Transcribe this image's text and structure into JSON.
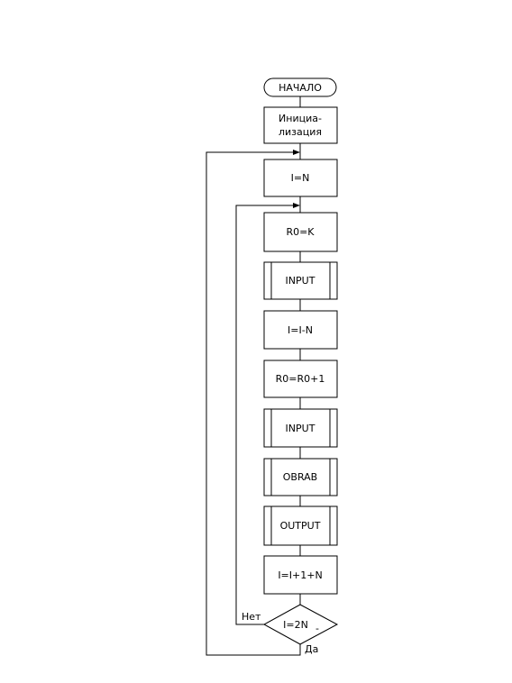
{
  "flowchart": {
    "start": {
      "label": "НАЧАЛО"
    },
    "init": {
      "line1": "Инициа-",
      "line2": "лизация"
    },
    "steps": [
      {
        "id": "i-eq-n",
        "type": "process",
        "label": "I=N"
      },
      {
        "id": "r0-eq-k",
        "type": "process",
        "label": "R0=K"
      },
      {
        "id": "input-1",
        "type": "subroutine",
        "label": "INPUT"
      },
      {
        "id": "i-eq-i-minus-n",
        "type": "process",
        "label": "I=I-N"
      },
      {
        "id": "r0-eq-r0-plus-1",
        "type": "process",
        "label": "R0=R0+1"
      },
      {
        "id": "input-2",
        "type": "subroutine",
        "label": "INPUT"
      },
      {
        "id": "obrab",
        "type": "subroutine",
        "label": "OBRAB"
      },
      {
        "id": "output",
        "type": "subroutine",
        "label": "OUTPUT"
      },
      {
        "id": "i-eq-i-plus-1-plus-n",
        "type": "process",
        "label": "I=I+1+N"
      }
    ],
    "decision": {
      "label": "I=2N",
      "mark": "-",
      "no_label": "Нет",
      "yes_label": "Да"
    },
    "colors": {
      "stroke": "#000000",
      "fill": "#ffffff"
    }
  }
}
